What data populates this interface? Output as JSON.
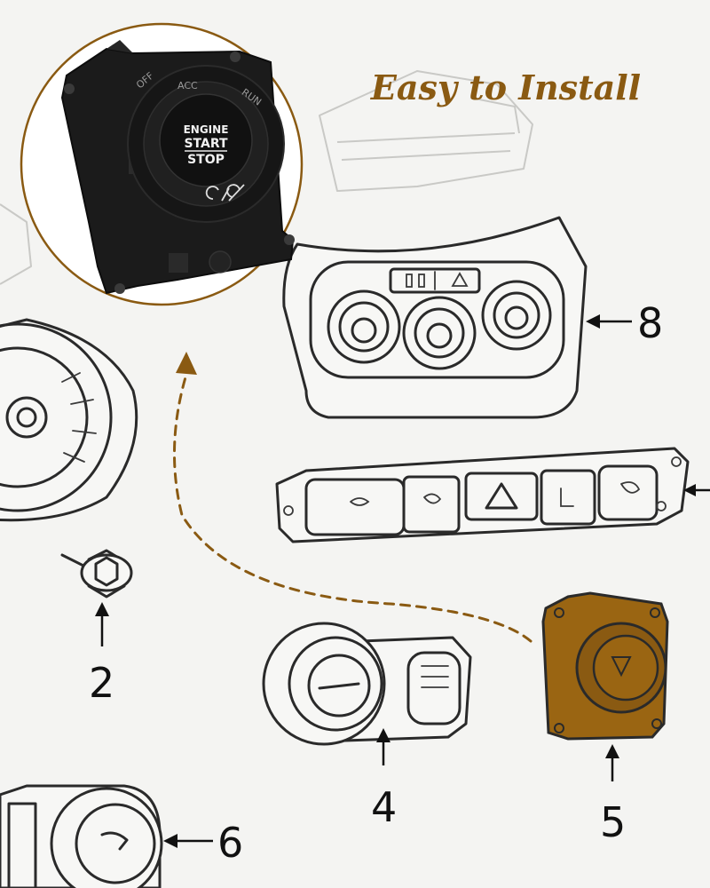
{
  "headline": "Easy to Install",
  "callouts": {
    "c2": "2",
    "c4": "4",
    "c5": "5",
    "c6": "6",
    "c8": "8"
  },
  "button": {
    "line1": "ENGINE",
    "line2": "START",
    "line3": "STOP",
    "ring_off": "OFF",
    "ring_acc": "ACC",
    "ring_run": "RUN"
  },
  "colors": {
    "accent": "#8a5a12",
    "highlight": "#9a6512",
    "background": "#f4f4f2",
    "line": "#2a2a2a"
  },
  "icons": [
    "engine-start-button-icon",
    "auto-stop-icon",
    "hazard-icon",
    "arrow-up-icon"
  ]
}
